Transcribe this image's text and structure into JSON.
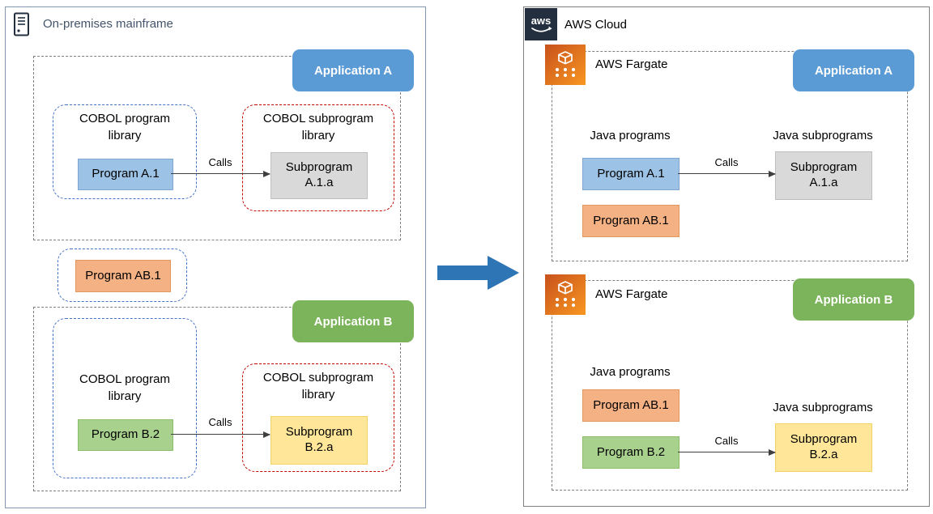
{
  "colors": {
    "application_a_accent": "#5B9BD5",
    "application_b_accent": "#7CB45B",
    "program_blue": "#9CC3E5",
    "program_orange": "#F4B183",
    "program_green": "#A9D18E",
    "subprogram_gray": "#D9D9D9",
    "subprogram_yellow": "#FFE699",
    "program_library_border": "#4472C4",
    "subprogram_library_border": "#C00000",
    "migration_arrow": "#2E75B6",
    "aws_dark": "#232F3E",
    "fargate_orange": "#ED7100"
  },
  "icons": {
    "mainframe": "mainframe-icon",
    "aws_logo": "aws-logo",
    "fargate": "fargate-icon",
    "migration": "migration-arrow"
  },
  "left": {
    "title": "On-premises mainframe",
    "app_a": {
      "label": "Application A",
      "library_title": "COBOL program library",
      "program": "Program A.1",
      "sub_library_title": "COBOL subprogram library",
      "subprogram": "Subprogram A.1.a",
      "calls": "Calls"
    },
    "shared_program": "Program AB.1",
    "app_b": {
      "label": "Application B",
      "library_title": "COBOL program library",
      "program": "Program B.2",
      "sub_library_title": "COBOL subprogram library",
      "subprogram": "Subprogram B.2.a",
      "calls": "Calls"
    }
  },
  "right": {
    "title": "AWS Cloud",
    "logo_text": "aws",
    "app_a": {
      "service": "AWS Fargate",
      "label": "Application A",
      "programs_title": "Java programs",
      "programs": [
        "Program A.1",
        "Program AB.1"
      ],
      "subprograms_title": "Java subprograms",
      "subprogram": "Subprogram A.1.a",
      "calls": "Calls"
    },
    "app_b": {
      "service": "AWS Fargate",
      "label": "Application B",
      "programs_title": "Java programs",
      "programs": [
        "Program AB.1",
        "Program B.2"
      ],
      "subprograms_title": "Java subprograms",
      "subprogram": "Subprogram B.2.a",
      "calls": "Calls"
    }
  }
}
